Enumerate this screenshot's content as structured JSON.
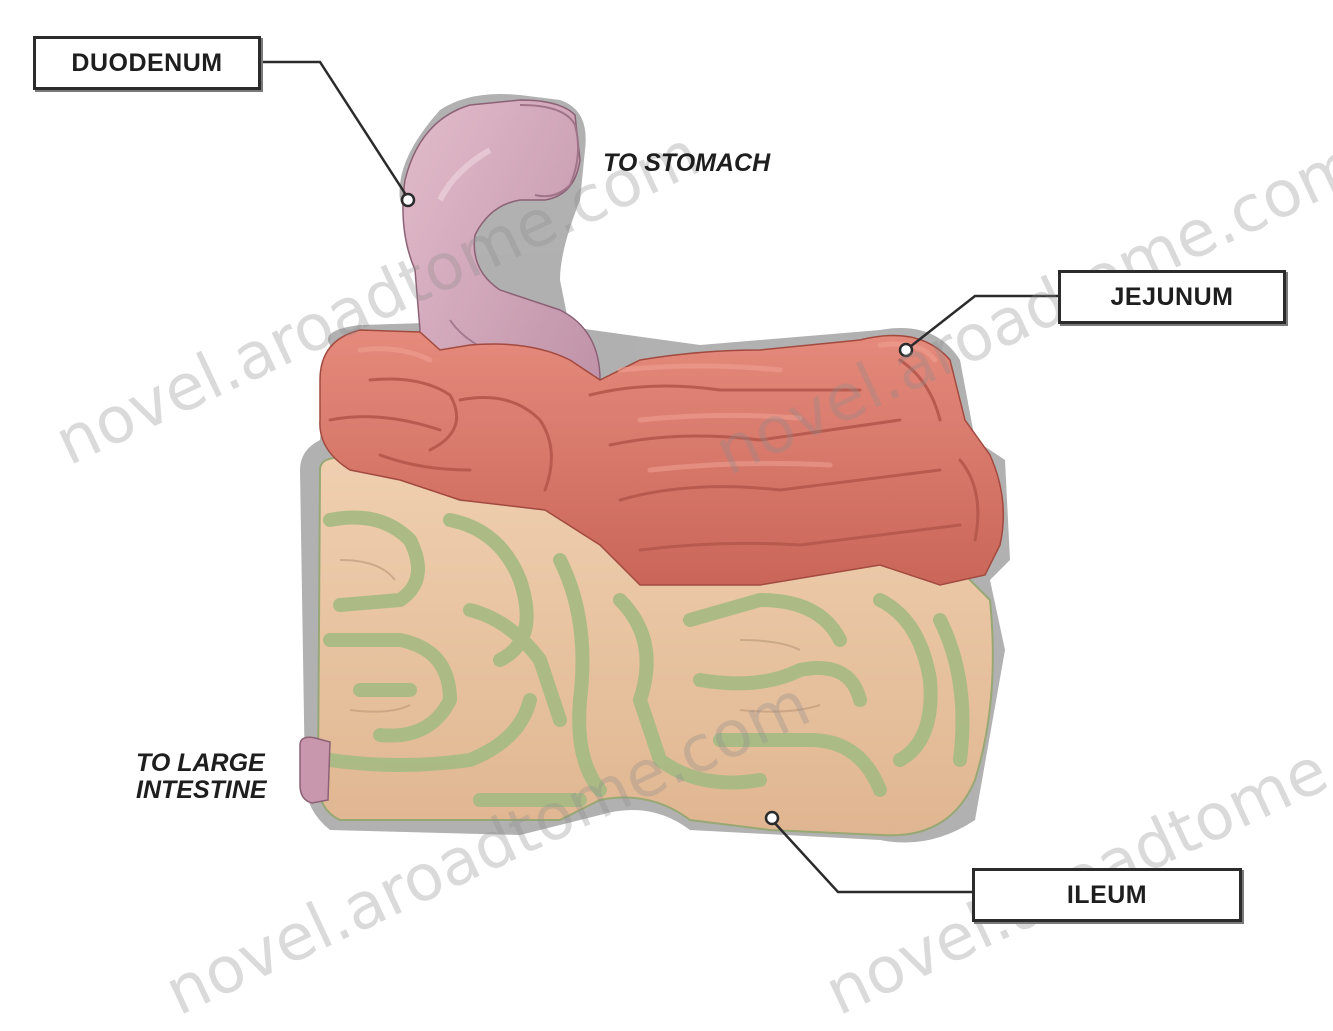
{
  "labels": {
    "duodenum": "DUODENUM",
    "jejunum": "JEJUNUM",
    "ileum": "ILEUM",
    "to_stomach": "TO STOMACH",
    "to_large_intestine_line1": "TO LARGE",
    "to_large_intestine_line2": "INTESTINE"
  },
  "watermark": "novel.aroadtome.com",
  "colors": {
    "duodenum": "#cfa4b7",
    "jejunum": "#d9786b",
    "ileum_fill": "#e9c3a0",
    "ileum_folds": "#a9bb85",
    "shadow": "#9a9a9a"
  }
}
